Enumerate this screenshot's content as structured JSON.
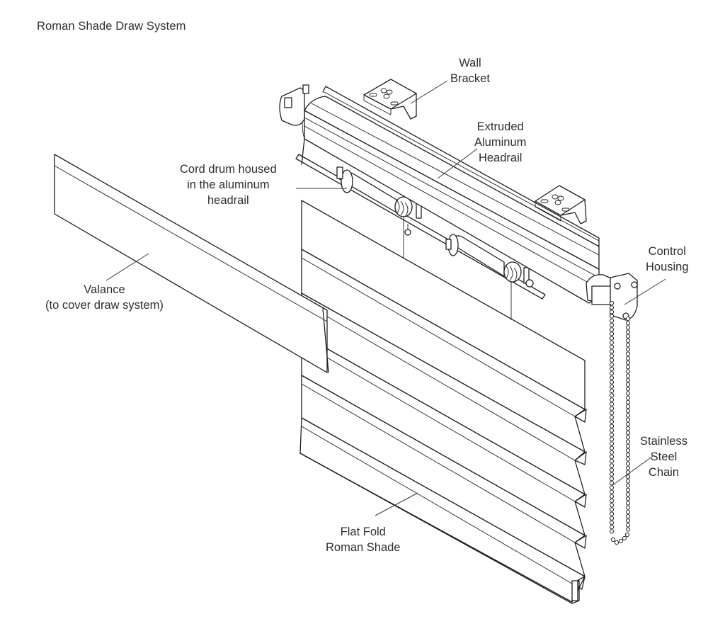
{
  "title": "Roman Shade Draw System",
  "labels": {
    "wall_bracket": [
      "Wall",
      "Bracket"
    ],
    "headrail": [
      "Extruded",
      "Aluminum",
      "Headrail"
    ],
    "cord_drum": [
      "Cord drum housed",
      "in the aluminum",
      "headrail"
    ],
    "control_housing": [
      "Control",
      "Housing"
    ],
    "valance": [
      "Valance",
      "(to cover draw system)"
    ],
    "chain": [
      "Stainless",
      "Steel",
      "Chain"
    ],
    "shade": [
      "Flat Fold",
      "Roman Shade"
    ]
  },
  "colors": {
    "line": "#1e1e1e",
    "text": "#2e2e2e",
    "background": "#ffffff"
  }
}
